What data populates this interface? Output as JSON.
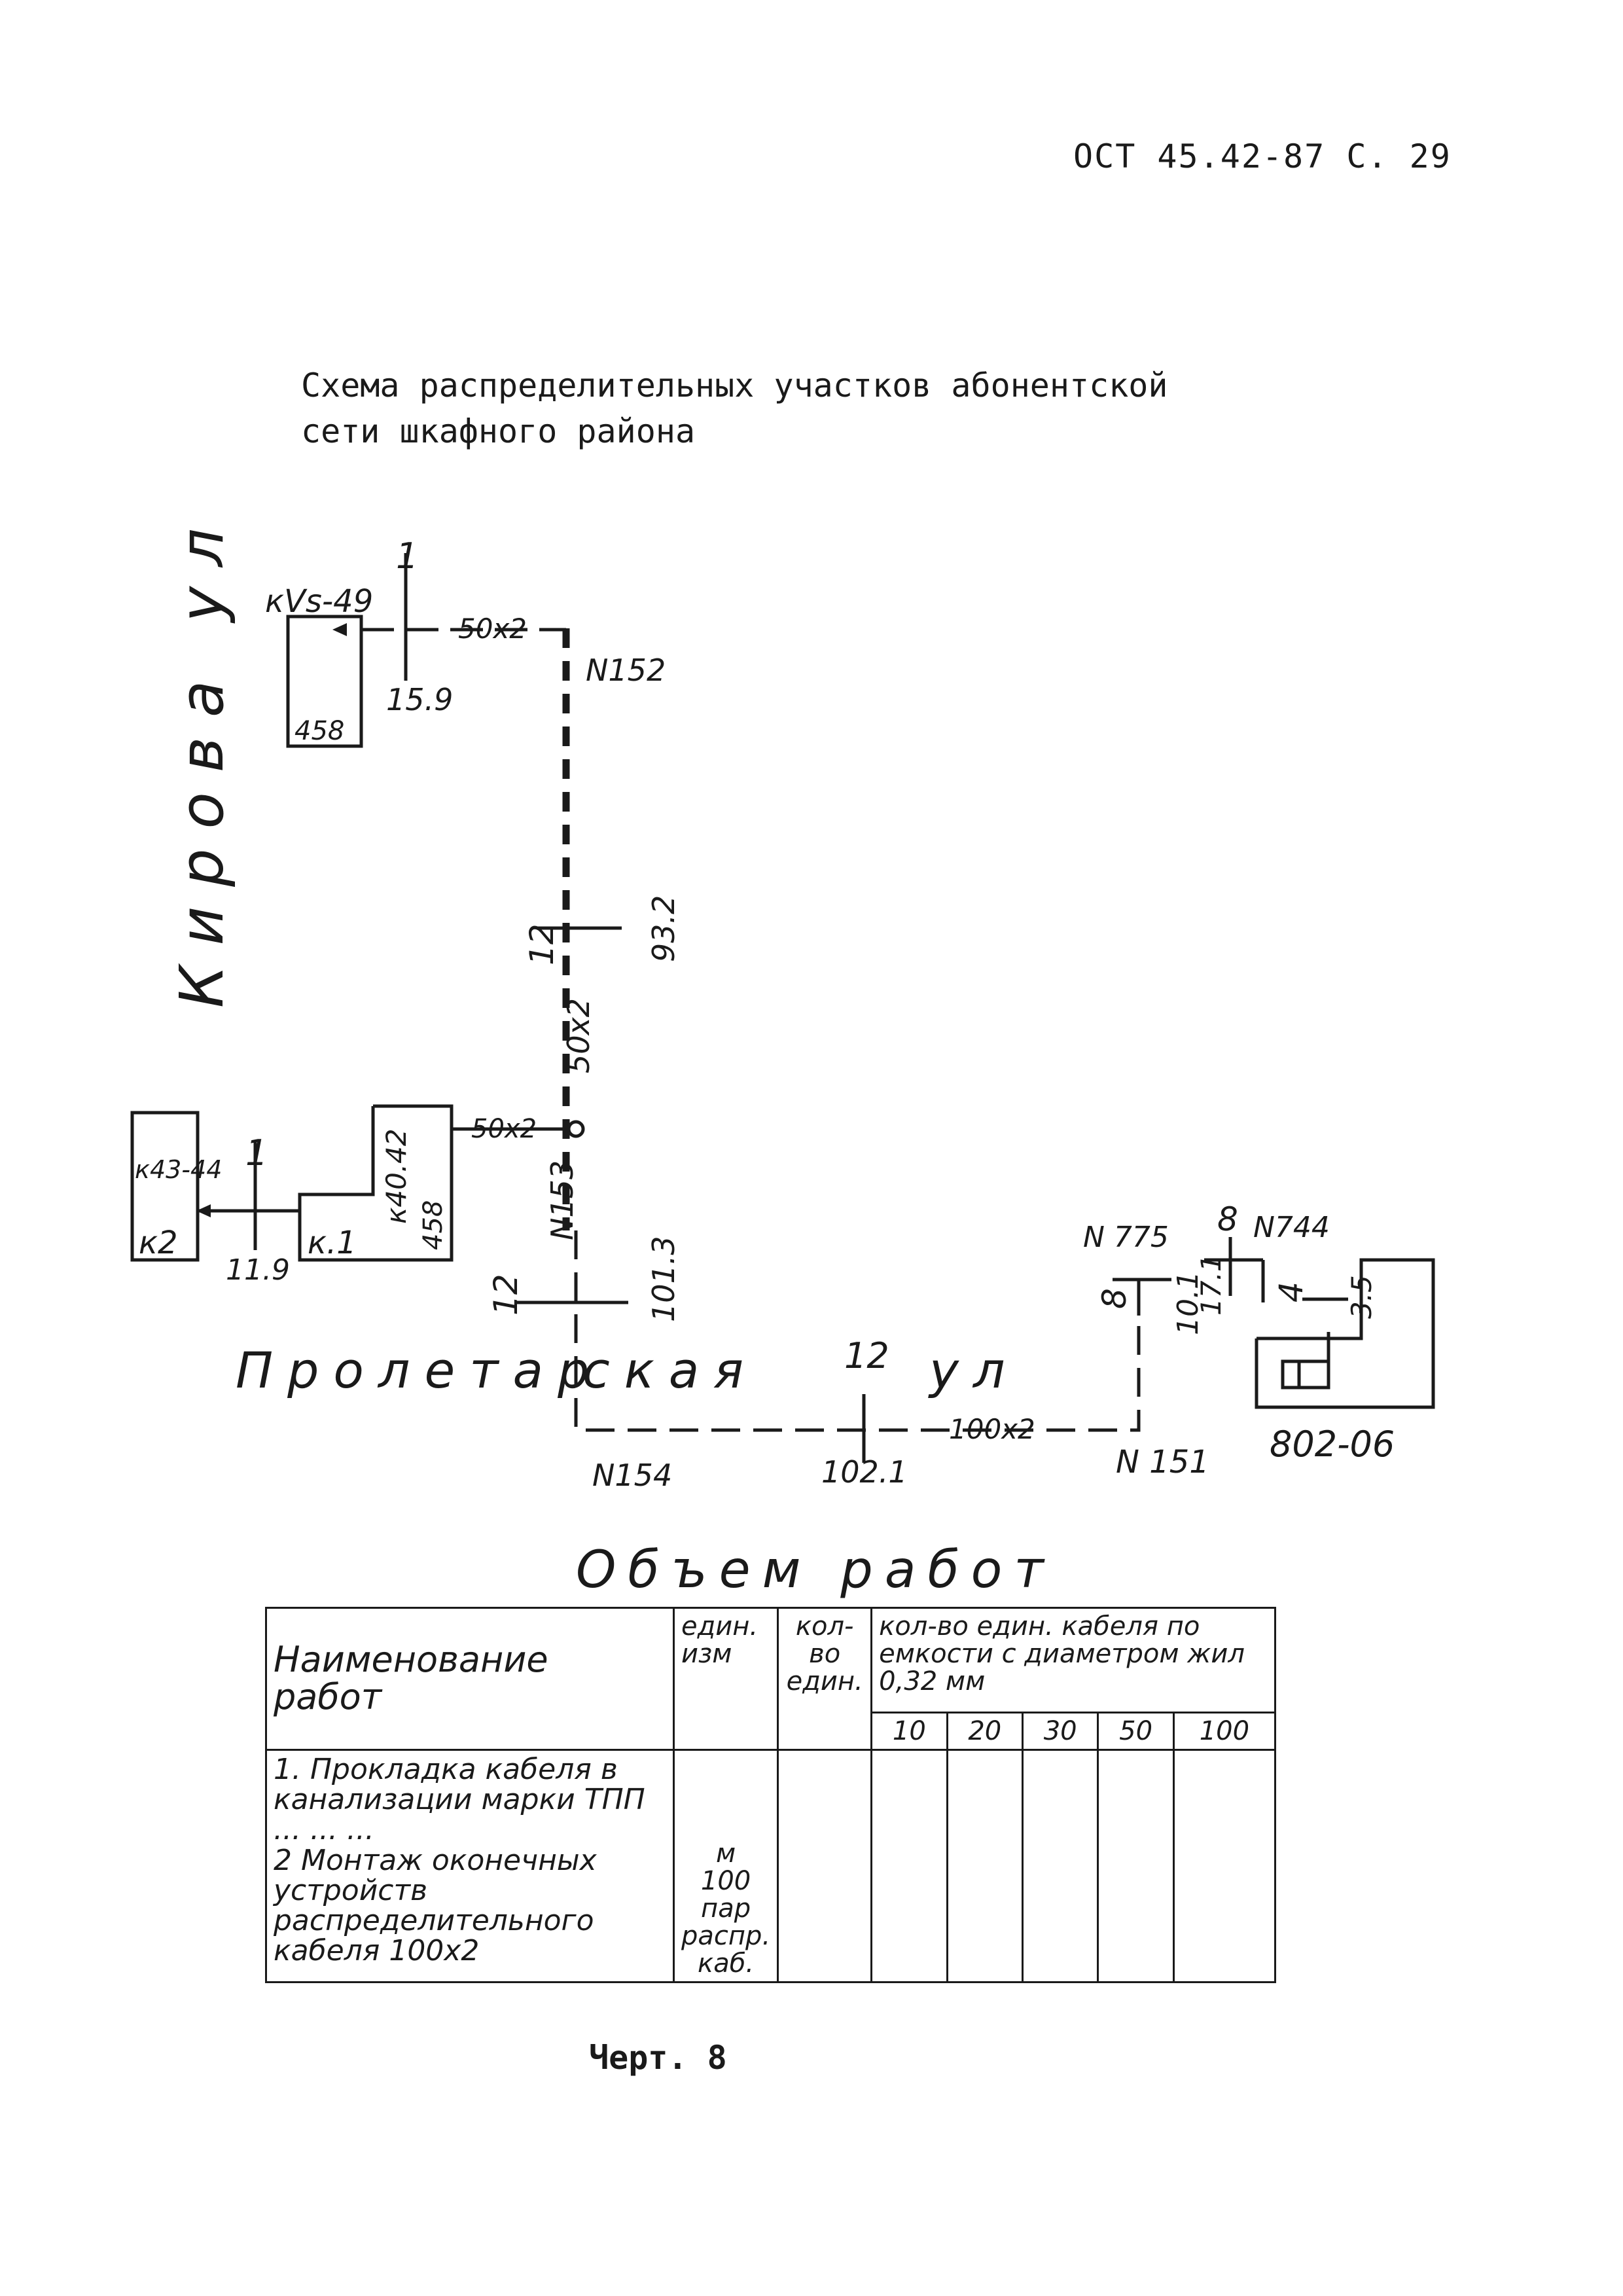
{
  "header": {
    "doc_code": "ОСТ 45.42-87 С. 29"
  },
  "title": {
    "line1": "Схема распределительных участков абонентской",
    "line2": "сети шкафного района"
  },
  "diagram": {
    "streets": {
      "kirova": "Кирова ул",
      "proletarskaya_1": "Пролетар",
      "proletarskaya_2": "ская",
      "proletarskaya_3": "ул"
    },
    "boxes": {
      "kvs49": "кVs-49",
      "b458": "458",
      "k4344": "к43-44",
      "k2": "к2",
      "k4042": "к40.42",
      "k1": "к.1",
      "b458b": "458",
      "n775": "N 775",
      "n744": "N744",
      "b802": "802-06"
    },
    "wells": {
      "n152": "N152",
      "n153": "N153",
      "n154": "N154",
      "n151": "N 151"
    },
    "cables": {
      "c1": "50х2",
      "c2": "50х2",
      "c3": "50х2",
      "c4": "100х2"
    },
    "marks": {
      "m1_top": "1",
      "m1_bot": "15.9",
      "m12a_left": "12",
      "m12a_right": "93.2",
      "m1b_top": "1",
      "m1b_bot": "11.9",
      "m12b_left": "12",
      "m12b_right": "101.3",
      "m12c_top": "12",
      "m12c_bot": "102.1",
      "m8a_left": "8",
      "m8a_right": "10.1",
      "m8b_top": "8",
      "m8b_bot": "17.1",
      "m4_left": "4",
      "m4_right": "3.5"
    }
  },
  "work_volume": {
    "heading": "Объем работ",
    "headers": {
      "name": "Наименование работ",
      "unit": "един. изм",
      "qty": "кол-во един.",
      "cap": "кол-во един. кабеля по емкости с диаметром жил 0,32 мм"
    },
    "capacities": [
      "10",
      "20",
      "30",
      "50",
      "100"
    ],
    "rows": {
      "names": "1. Прокладка кабеля в канализации марки ТПП ... ... ...\n2 Монтаж оконечных устройств распределительного кабеля 100х2",
      "units": "м\n100\nпар\nраспр.\nкаб."
    }
  },
  "caption": "Черт. 8"
}
